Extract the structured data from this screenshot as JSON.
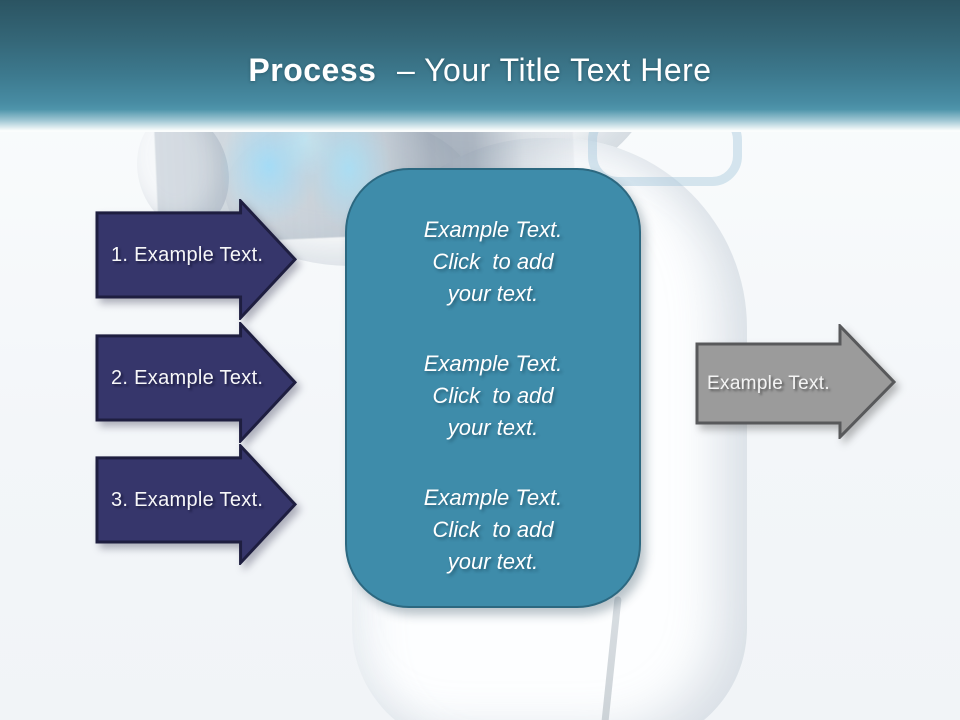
{
  "header": {
    "title_bold": "Process",
    "title_rest": "– Your Title Text Here"
  },
  "steps": [
    {
      "label": "1. Example Text."
    },
    {
      "label": "2. Example Text."
    },
    {
      "label": "3. Example Text."
    }
  ],
  "panel": {
    "paragraphs": [
      "Example Text.\nClick  to add\nyour text.",
      "Example Text.\nClick  to add\nyour text.",
      "Example Text.\nClick  to add\nyour text."
    ]
  },
  "output_arrow": {
    "label": "Example Text."
  },
  "colors": {
    "header_teal_dark": "#2b5462",
    "header_teal_light": "#4f95ab",
    "step_fill": "#36366b",
    "step_border": "#1e1e40",
    "panel_fill": "#3e8caa",
    "panel_border": "#2c6880",
    "forward_fill": "#9b9b9b",
    "forward_border": "#58595b",
    "text": "#ffffff"
  }
}
